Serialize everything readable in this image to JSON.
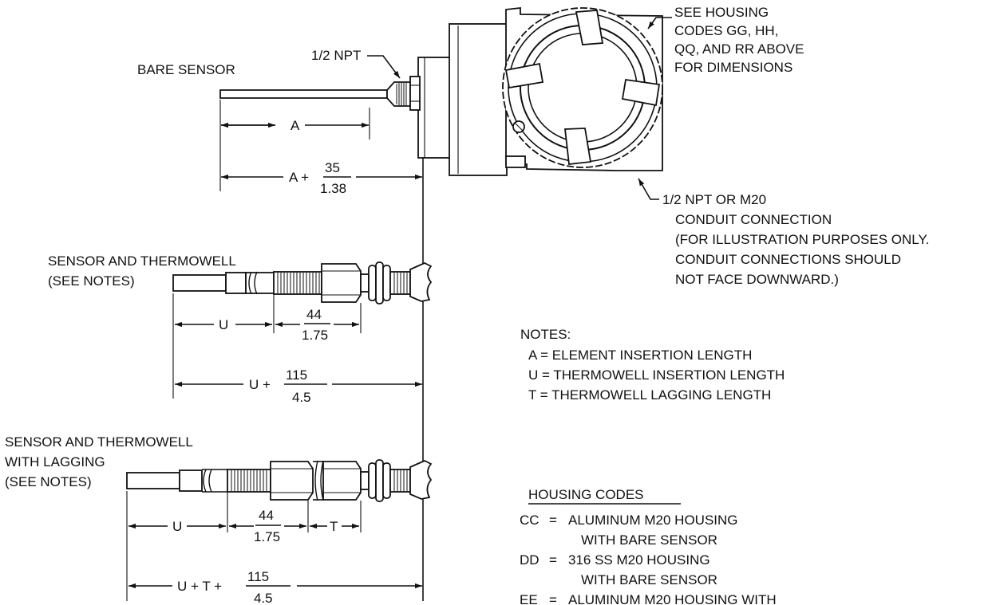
{
  "callouts": {
    "see_housing": [
      "SEE HOUSING",
      "CODES GG, HH,",
      "QQ, AND RR ABOVE",
      "FOR DIMENSIONS"
    ],
    "npt_top": "1/2 NPT",
    "conduit": [
      "1/2 NPT OR M20",
      "CONDUIT CONNECTION",
      "(FOR ILLUSTRATION PURPOSES ONLY.",
      "CONDUIT CONNECTIONS SHOULD",
      "NOT FACE DOWNWARD.)"
    ]
  },
  "views": {
    "bare_sensor": {
      "title": "BARE SENSOR",
      "dim_a": "A",
      "dim_total_prefix": "A +",
      "dim_total_num": "35",
      "dim_total_den": "1.38"
    },
    "sensor_thermowell": {
      "title": [
        "SENSOR AND THERMOWELL",
        "(SEE NOTES)"
      ],
      "dim_u": "U",
      "dim_hex_num": "44",
      "dim_hex_den": "1.75",
      "dim_total_prefix": "U +",
      "dim_total_num": "115",
      "dim_total_den": "4.5"
    },
    "sensor_thermowell_lagging": {
      "title": [
        "SENSOR AND THERMOWELL",
        "WITH LAGGING",
        "(SEE NOTES)"
      ],
      "dim_u": "U",
      "dim_hex_num": "44",
      "dim_hex_den": "1.75",
      "dim_t": "T",
      "dim_total_prefix": "U + T +",
      "dim_total_num": "115",
      "dim_total_den": "4.5"
    }
  },
  "notes": {
    "heading": "NOTES:",
    "items": [
      "A = ELEMENT INSERTION LENGTH",
      "U = THERMOWELL INSERTION LENGTH",
      "T = THERMOWELL LAGGING LENGTH"
    ]
  },
  "housing_codes": {
    "heading": "HOUSING CODES",
    "items": [
      {
        "code": "CC",
        "eq": "=",
        "lines": [
          "ALUMINUM M20 HOUSING",
          "WITH BARE SENSOR"
        ]
      },
      {
        "code": "DD",
        "eq": "=",
        "lines": [
          "316 SS M20 HOUSING",
          "WITH BARE SENSOR"
        ]
      },
      {
        "code": "EE",
        "eq": "=",
        "lines": [
          "ALUMINUM M20 HOUSING WITH"
        ]
      }
    ]
  }
}
